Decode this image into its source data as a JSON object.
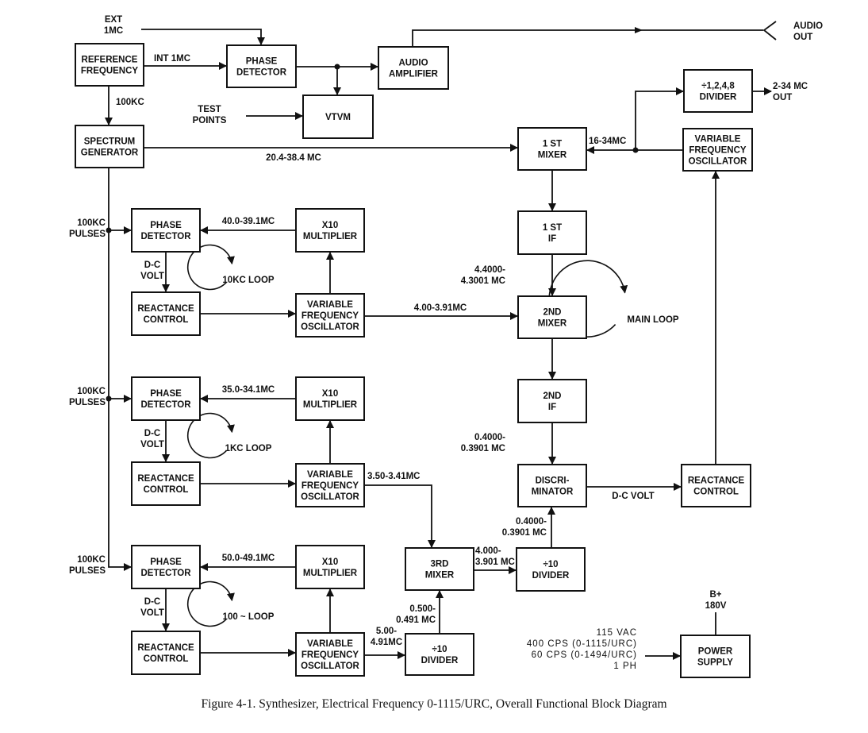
{
  "caption": "Figure 4-1.  Synthesizer, Electrical Frequency 0-1115/URC, Overall Functional Block Diagram",
  "blocks": {
    "reference_frequency": [
      "REFERENCE",
      "FREQUENCY"
    ],
    "phase_detector_main": [
      "PHASE",
      "DETECTOR"
    ],
    "audio_amplifier": [
      "AUDIO",
      "AMPLIFIER"
    ],
    "vtvm": [
      "VTVM"
    ],
    "spectrum_generator": [
      "SPECTRUM",
      "GENERATOR"
    ],
    "first_mixer": [
      "1 ST",
      "MIXER"
    ],
    "divider_1248": [
      "÷1,2,4,8",
      "DIVIDER"
    ],
    "vfo_main": [
      "VARIABLE",
      "FREQUENCY",
      "OSCILLATOR"
    ],
    "first_if": [
      "1 ST",
      "IF"
    ],
    "second_mixer": [
      "2ND",
      "MIXER"
    ],
    "second_if": [
      "2ND",
      "IF"
    ],
    "discriminator": [
      "DISCRI-",
      "MINATOR"
    ],
    "reactance_control_main": [
      "REACTANCE",
      "CONTROL"
    ],
    "third_mixer": [
      "3RD",
      "MIXER"
    ],
    "divider_10_right": [
      "÷10",
      "DIVIDER"
    ],
    "divider_10_bottom": [
      "÷10",
      "DIVIDER"
    ],
    "power_supply": [
      "POWER",
      "SUPPLY"
    ]
  },
  "loops": [
    {
      "phase_detector": [
        "PHASE",
        "DETECTOR"
      ],
      "multiplier": [
        "X10",
        "MULTIPLIER"
      ],
      "reactance_control": [
        "REACTANCE",
        "CONTROL"
      ],
      "vfo": [
        "VARIABLE",
        "FREQUENCY",
        "OSCILLATOR"
      ],
      "pulses_label": [
        "100KC",
        "PULSES"
      ],
      "dc_volt_label": [
        "D-C",
        "VOLT"
      ],
      "feedback_freq": "40.0-39.1MC",
      "loop_name": "10KC LOOP",
      "output_freq": "4.00-3.91MC"
    },
    {
      "phase_detector": [
        "PHASE",
        "DETECTOR"
      ],
      "multiplier": [
        "X10",
        "MULTIPLIER"
      ],
      "reactance_control": [
        "REACTANCE",
        "CONTROL"
      ],
      "vfo": [
        "VARIABLE",
        "FREQUENCY",
        "OSCILLATOR"
      ],
      "pulses_label": [
        "100KC",
        "PULSES"
      ],
      "dc_volt_label": [
        "D-C",
        "VOLT"
      ],
      "feedback_freq": "35.0-34.1MC",
      "loop_name": "1KC LOOP",
      "output_freq": "3.50-3.41MC"
    },
    {
      "phase_detector": [
        "PHASE",
        "DETECTOR"
      ],
      "multiplier": [
        "X10",
        "MULTIPLIER"
      ],
      "reactance_control": [
        "REACTANCE",
        "CONTROL"
      ],
      "vfo": [
        "VARIABLE",
        "FREQUENCY",
        "OSCILLATOR"
      ],
      "pulses_label": [
        "100KC",
        "PULSES"
      ],
      "dc_volt_label": [
        "D-C",
        "VOLT"
      ],
      "feedback_freq": "50.0-49.1MC",
      "loop_name": "100 ~ LOOP",
      "output_freq": [
        "5.00-",
        "4.91MC"
      ]
    }
  ],
  "labels": {
    "ext_1mc": [
      "EXT",
      "1MC"
    ],
    "int_1mc": "INT 1MC",
    "100kc": "100KC",
    "test_points": [
      "TEST",
      "POINTS"
    ],
    "audio_out": [
      "AUDIO",
      "OUT"
    ],
    "spectrum_out": "20.4-38.4 MC",
    "vfo_main_out": "16-34MC",
    "divider_out": [
      "2-34 MC",
      "OUT"
    ],
    "first_if_out": [
      "4.4000-",
      "4.3001 MC"
    ],
    "second_if_out": [
      "0.4000-",
      "0.3901 MC"
    ],
    "dc_volt_main": "D-C VOLT",
    "main_loop": "MAIN LOOP",
    "divider_right_out": [
      "0.4000-",
      "0.3901 MC"
    ],
    "third_mixer_out": [
      "4.000-",
      "3.901 MC"
    ],
    "divider_bottom_out": [
      "0.500-",
      "0.491 MC"
    ],
    "b_plus": [
      "B+",
      "180V"
    ],
    "power_input": [
      "115 VAC",
      "400 CPS (0-1115/URC)",
      "60 CPS (0-1494/URC)",
      "1 PH"
    ]
  }
}
